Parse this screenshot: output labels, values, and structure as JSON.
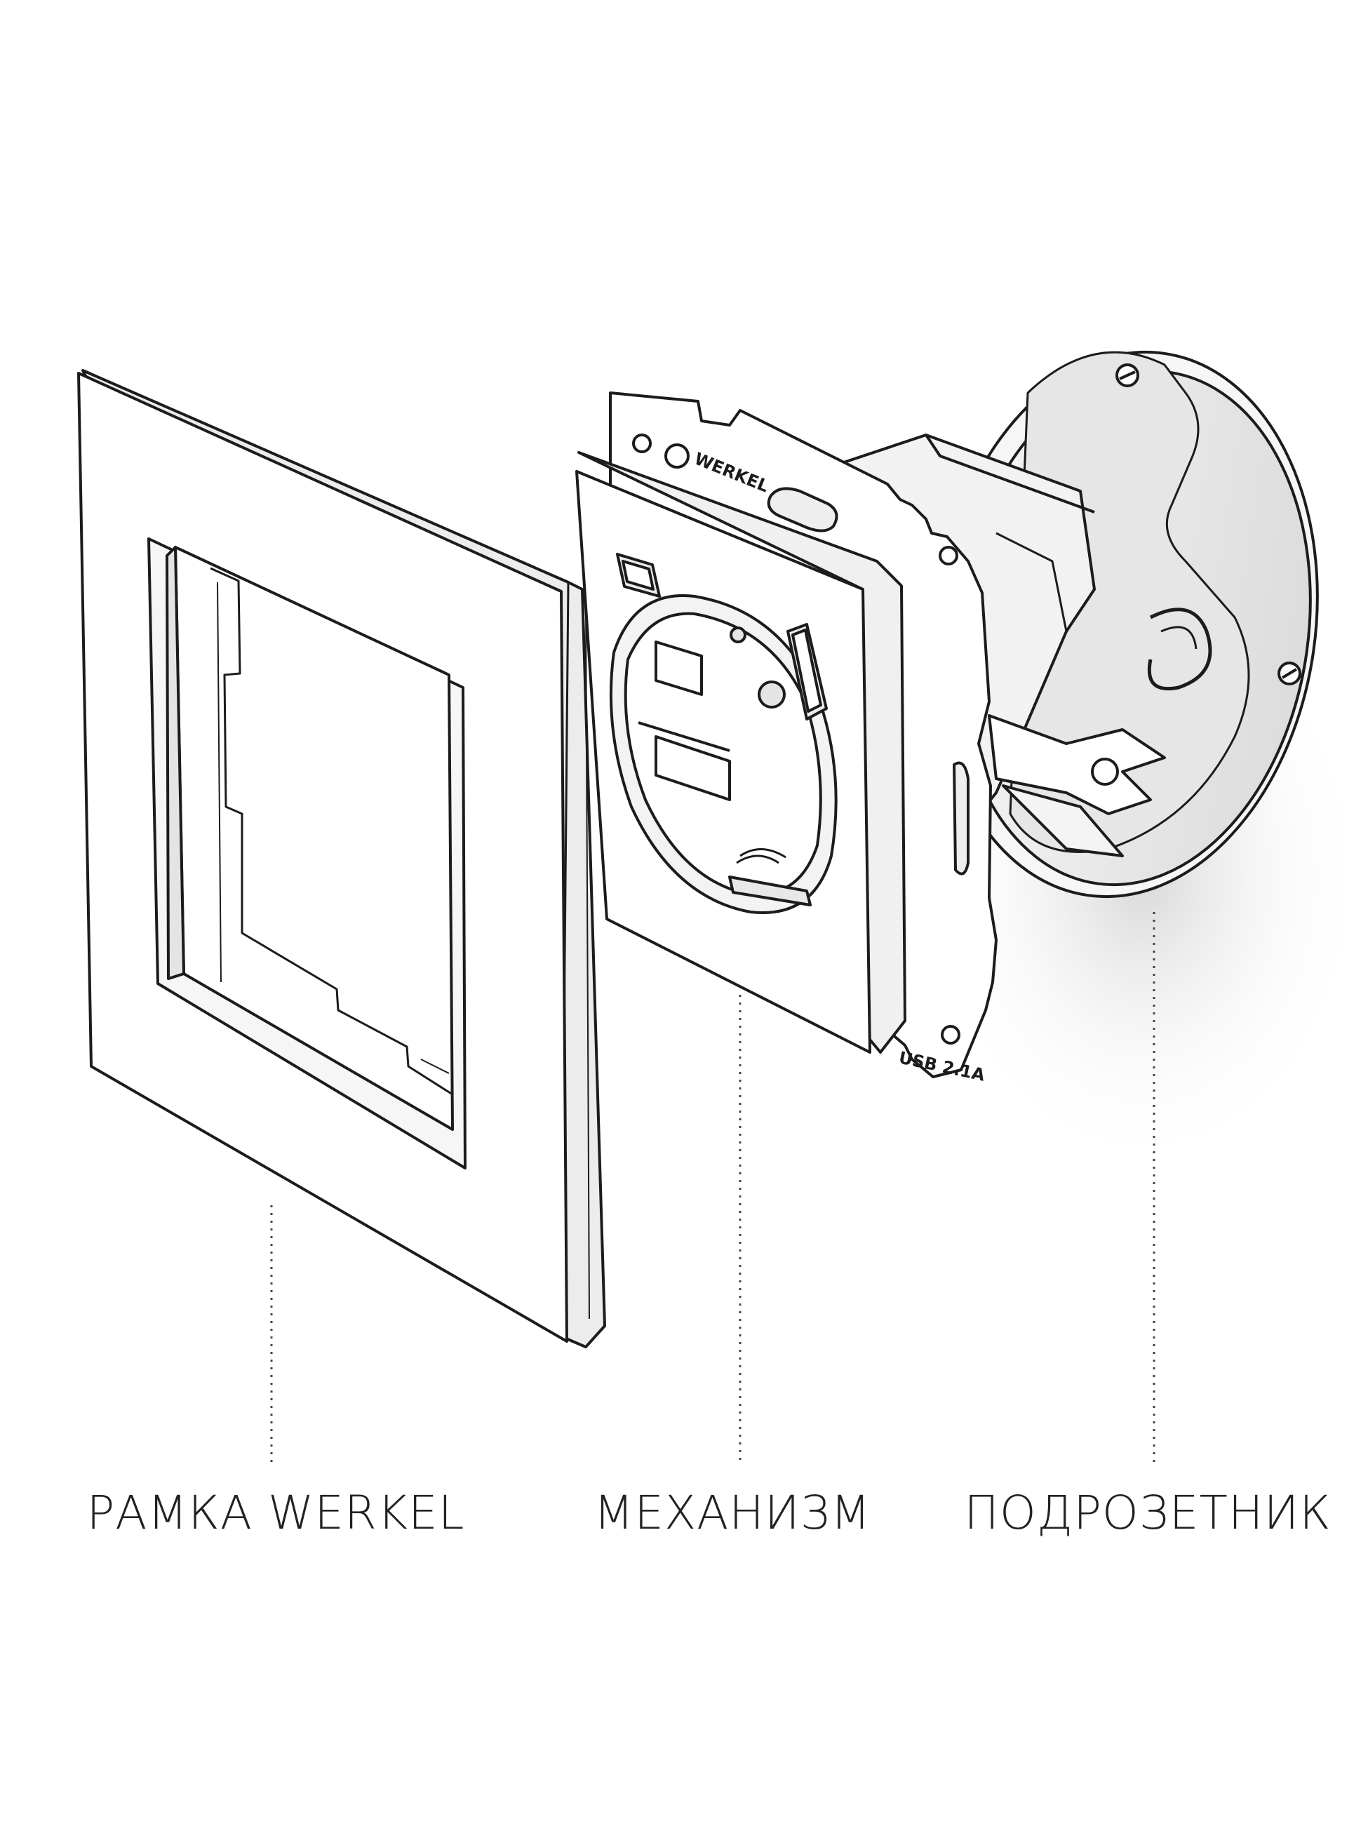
{
  "labels": {
    "frame": "РАМКА WERKEL",
    "mechanism": "МЕХАНИЗМ",
    "back_box": "ПОДРОЗЕТНИК"
  },
  "device_markings": {
    "brand": "WERKEL",
    "usb": "USB 2.1A"
  },
  "colors": {
    "line": "#1c1c1c",
    "fill": "#ffffff",
    "shade": "#e2e2e2"
  }
}
